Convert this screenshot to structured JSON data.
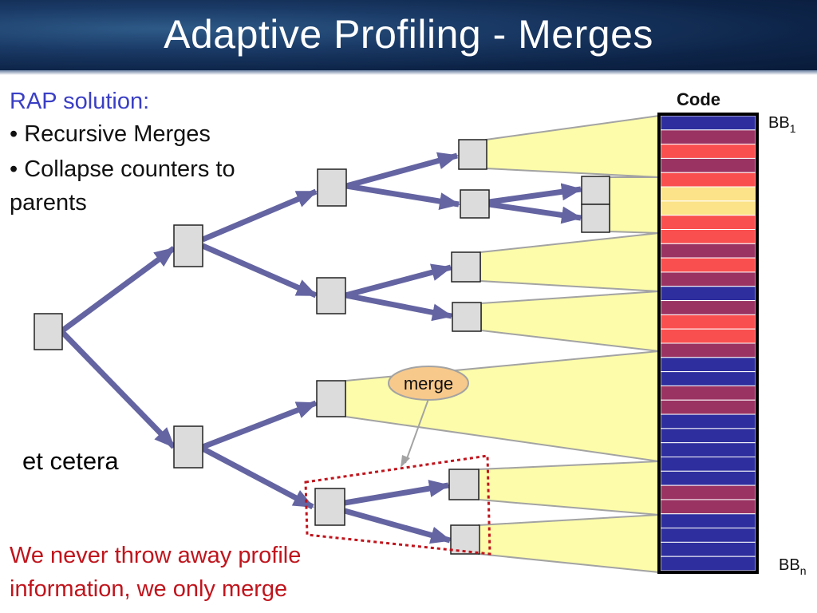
{
  "slide": {
    "title": "Adaptive Profiling - Merges",
    "rap_heading": "RAP solution:",
    "bullets": [
      "• Recursive Merges",
      "• Collapse counters to",
      "parents"
    ],
    "side_note": "et cetera",
    "footer_lines": [
      "We never throw away profile",
      "information, we only merge"
    ]
  },
  "diagram": {
    "code_column_label": "Code",
    "bb_first": {
      "base": "BB",
      "sub": "1"
    },
    "bb_last": {
      "base": "BB",
      "sub": "n"
    },
    "merge_label": "merge",
    "code_stripe_colors": [
      "navy",
      "plum",
      "red",
      "plum",
      "red",
      "gold",
      "gold",
      "red",
      "red",
      "plum",
      "red",
      "plum",
      "navy",
      "plum",
      "red",
      "red",
      "plum",
      "navy",
      "navy",
      "plum",
      "plum",
      "navy",
      "navy",
      "navy",
      "navy",
      "navy",
      "plum",
      "plum",
      "navy",
      "navy",
      "navy",
      "navy"
    ]
  },
  "colors": {
    "navy": "#2e2e9e",
    "plum": "#9a3362",
    "red": "#fa4f4f",
    "gold": "#fce38a",
    "fan": "#fcfcaa",
    "arrow": "#6464a2",
    "merge_fill": "#f7c98b",
    "title_text": "#ffffff",
    "heading_text": "#3a3fc4",
    "footer_text": "#c0141c",
    "dotted_box": "#c0141c"
  }
}
